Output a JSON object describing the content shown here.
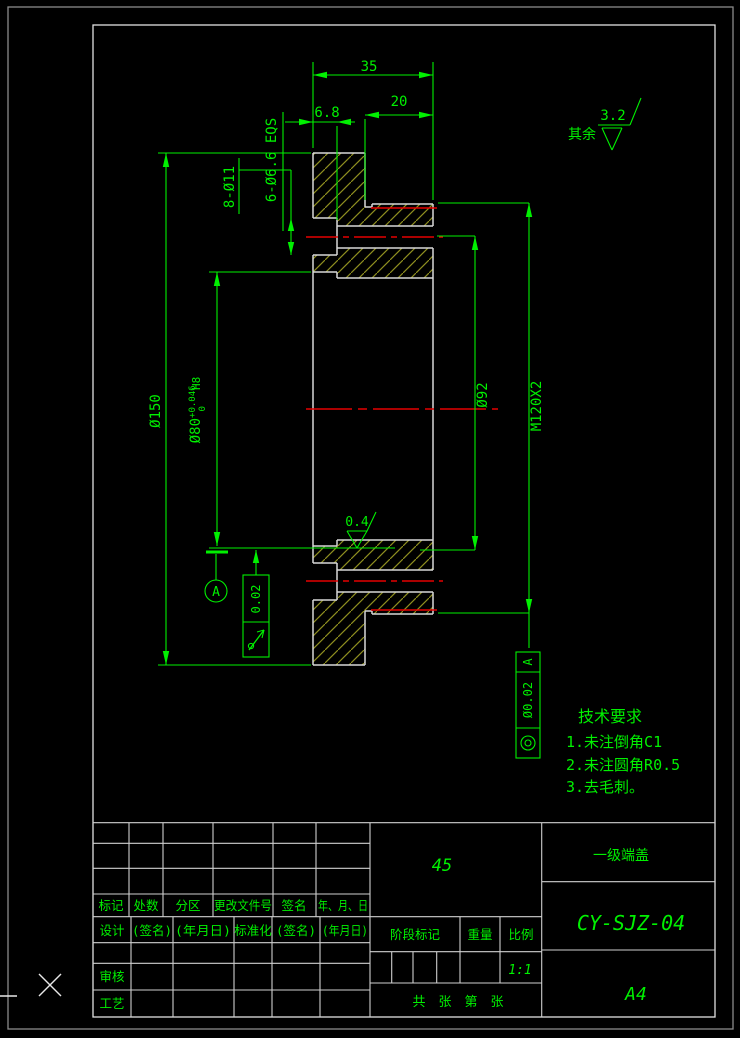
{
  "colors": {
    "background": "#000000",
    "dimension_green": "#00f000",
    "outline_white": "#d8d8d8",
    "hatch_olive": "#8f8f1f",
    "centerline_red": "#e60000",
    "border_gray": "#8a8a8a"
  },
  "dimensions": {
    "total_width": "35",
    "counterbore_depth": "6.8",
    "boss_length": "20",
    "counterbore_holes": "8-Ø11",
    "bolt_holes": "6-Ø6.6 EQS",
    "flange_diameter": "Ø150",
    "bore_diameter": "Ø80",
    "bore_tolerance_upper": "+0.046",
    "bore_tolerance_lower": "0",
    "bore_fit": "H8",
    "inner_diameter": "Ø92",
    "thread": "M120X2"
  },
  "surface_finish": {
    "general_prefix": "其余",
    "general_value": "3.2",
    "bore_value": "0.4"
  },
  "datum": {
    "label": "A"
  },
  "tolerance_frames": {
    "runout": {
      "symbol": "circular-runout",
      "value": "0.02"
    },
    "concentricity": {
      "symbol": "concentricity",
      "value": "Ø0.02",
      "datum": "A"
    }
  },
  "technical_requirements": {
    "title": "技术要求",
    "items": [
      "1.未注倒角C1",
      "2.未注圆角R0.5",
      "3.去毛刺。"
    ]
  },
  "title_block": {
    "revision_headers": [
      "标记",
      "处数",
      "分区",
      "更改文件号",
      "签名",
      "年、月、日"
    ],
    "sign_row": [
      "设计",
      "(签名)",
      "(年月日)",
      "标准化",
      "(签名)",
      "(年月日)"
    ],
    "review_label": "审核",
    "process_label": "工艺",
    "stage_label": "阶段标记",
    "weight_label": "重量",
    "scale_label": "比例",
    "scale_value": "1:1",
    "sheet_text": "共　张　第　张",
    "material": "45",
    "part_name": "一级端盖",
    "drawing_number": "CY-SJZ-04",
    "paper_size": "A4"
  }
}
